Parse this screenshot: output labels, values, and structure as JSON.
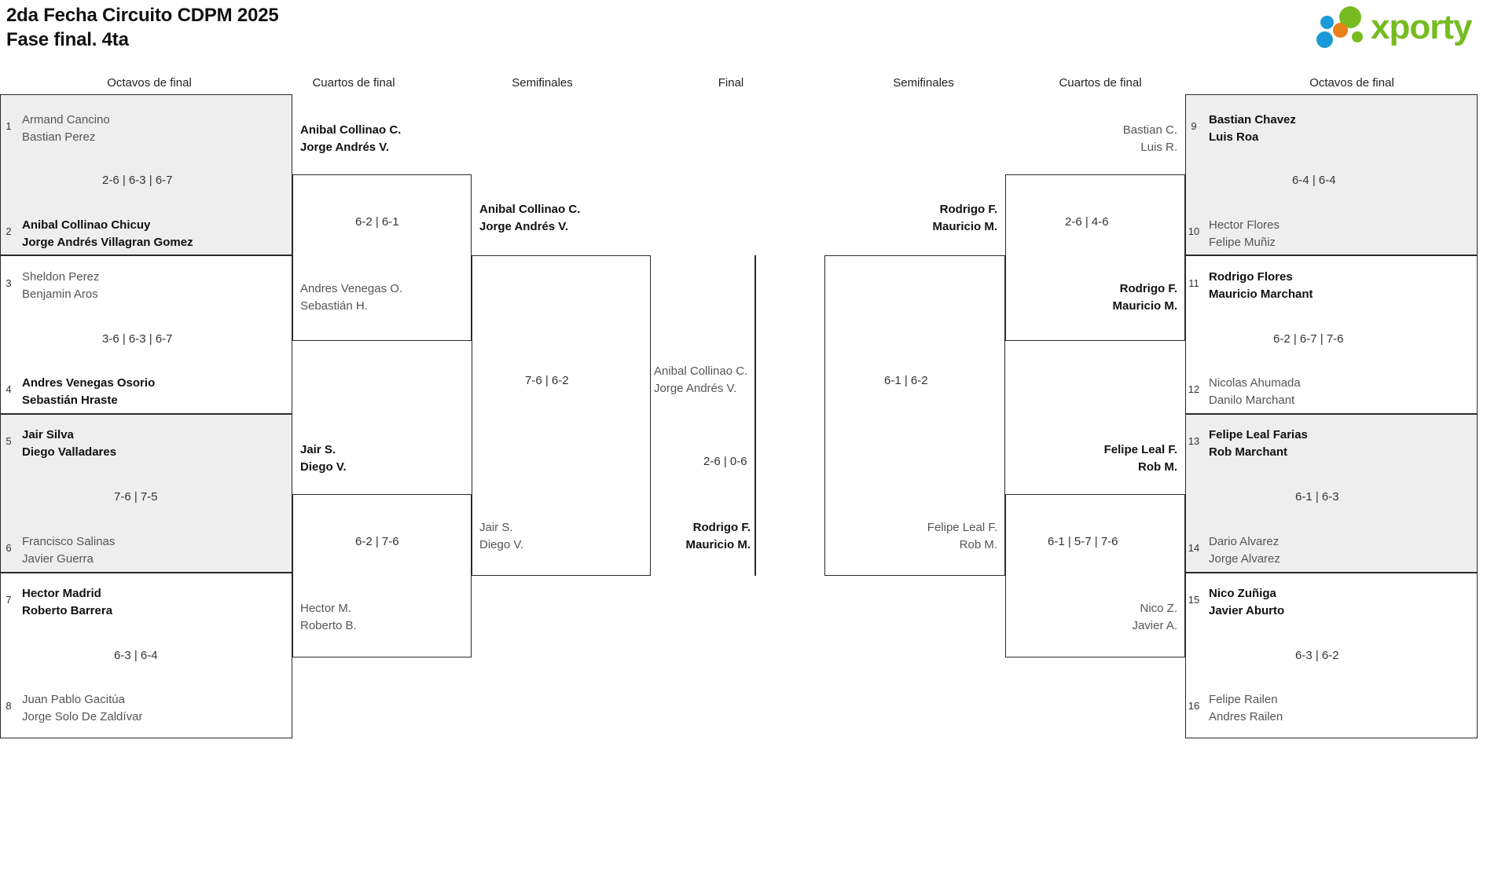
{
  "header": {
    "title_line1": "2da Fecha Circuito CDPM 2025",
    "title_line2": "Fase final. 4ta",
    "logo_text": "xporty",
    "logo_colors": {
      "green": "#76bc21",
      "orange": "#e8811a",
      "blue": "#1b9ad6"
    }
  },
  "rounds": {
    "left_r16": "Octavos de final",
    "left_qf": "Cuartos de final",
    "left_sf": "Semifinales",
    "final": "Final",
    "right_sf": "Semifinales",
    "right_qf": "Cuartos de final",
    "right_r16": "Octavos de final"
  },
  "left_r16": [
    {
      "shaded": true,
      "top": {
        "seed": "1",
        "l1": "Armand Cancino",
        "l2": "Bastian Perez",
        "winner": false
      },
      "bottom": {
        "seed": "2",
        "l1": "Anibal Collinao Chicuy",
        "l2": "Jorge Andrés Villagran Gomez",
        "winner": true
      },
      "score": "2-6 | 6-3 | 6-7"
    },
    {
      "shaded": false,
      "top": {
        "seed": "3",
        "l1": "Sheldon Perez",
        "l2": "Benjamin Aros",
        "winner": false
      },
      "bottom": {
        "seed": "4",
        "l1": "Andres Venegas Osorio",
        "l2": "Sebastián Hraste",
        "winner": true
      },
      "score": "3-6 | 6-3 | 6-7"
    },
    {
      "shaded": true,
      "top": {
        "seed": "5",
        "l1": "Jair Silva",
        "l2": "Diego Valladares",
        "winner": true
      },
      "bottom": {
        "seed": "6",
        "l1": "Francisco Salinas",
        "l2": "Javier Guerra",
        "winner": false
      },
      "score": "7-6 | 7-5"
    },
    {
      "shaded": false,
      "top": {
        "seed": "7",
        "l1": "Hector Madrid",
        "l2": "Roberto Barrera",
        "winner": true
      },
      "bottom": {
        "seed": "8",
        "l1": "Juan Pablo Gacitúa",
        "l2": "Jorge Solo De Zaldívar",
        "winner": false
      },
      "score": "6-3 | 6-4"
    }
  ],
  "left_qf": [
    {
      "top": {
        "l1": "Anibal Collinao C.",
        "l2": "Jorge Andrés V.",
        "winner": true
      },
      "bottom": {
        "l1": "Andres Venegas O.",
        "l2": "Sebastián H.",
        "winner": false
      },
      "score": "6-2 | 6-1"
    },
    {
      "top": {
        "l1": "Jair S.",
        "l2": "Diego V.",
        "winner": true
      },
      "bottom": {
        "l1": "Hector M.",
        "l2": "Roberto B.",
        "winner": false
      },
      "score": "6-2 | 7-6"
    }
  ],
  "left_sf": [
    {
      "top": {
        "l1": "Anibal Collinao C.",
        "l2": "Jorge Andrés V.",
        "winner": true
      },
      "bottom": {
        "l1": "Jair S.",
        "l2": "Diego V.",
        "winner": false
      },
      "score": "7-6 | 6-2"
    }
  ],
  "final": {
    "top": {
      "l1": "Anibal Collinao C.",
      "l2": "Jorge Andrés V.",
      "winner": false
    },
    "bottom": {
      "l1": "Rodrigo F.",
      "l2": "Mauricio M.",
      "winner": true
    },
    "score": "2-6 | 0-6"
  },
  "right_sf": [
    {
      "top": {
        "l1": "Rodrigo F.",
        "l2": "Mauricio M.",
        "winner": true
      },
      "bottom": {
        "l1": "Felipe Leal F.",
        "l2": "Rob M.",
        "winner": false
      },
      "score": "6-1 | 6-2"
    }
  ],
  "right_qf": [
    {
      "top": {
        "l1": "Bastian C.",
        "l2": "Luis R.",
        "winner": false
      },
      "bottom": {
        "l1": "Rodrigo F.",
        "l2": "Mauricio M.",
        "winner": true
      },
      "score": "2-6 | 4-6"
    },
    {
      "top": {
        "l1": "Felipe Leal F.",
        "l2": "Rob M.",
        "winner": true
      },
      "bottom": {
        "l1": "Nico Z.",
        "l2": "Javier A.",
        "winner": false
      },
      "score": "6-1 | 5-7 | 7-6"
    }
  ],
  "right_r16": [
    {
      "shaded": true,
      "top": {
        "seed": "9",
        "l1": "Bastian Chavez",
        "l2": "Luis Roa",
        "winner": true
      },
      "bottom": {
        "seed": "10",
        "l1": "Hector Flores",
        "l2": "Felipe Muñiz",
        "winner": false
      },
      "score": "6-4 | 6-4"
    },
    {
      "shaded": false,
      "top": {
        "seed": "11",
        "l1": "Rodrigo Flores",
        "l2": "Mauricio Marchant",
        "winner": true
      },
      "bottom": {
        "seed": "12",
        "l1": "Nicolas Ahumada",
        "l2": "Danilo Marchant",
        "winner": false
      },
      "score": "6-2 | 6-7 | 7-6"
    },
    {
      "shaded": true,
      "top": {
        "seed": "13",
        "l1": "Felipe Leal Farias",
        "l2": "Rob Marchant",
        "winner": true
      },
      "bottom": {
        "seed": "14",
        "l1": "Dario Alvarez",
        "l2": "Jorge Alvarez",
        "winner": false
      },
      "score": "6-1 | 6-3"
    },
    {
      "shaded": false,
      "top": {
        "seed": "15",
        "l1": "Nico Zuñiga",
        "l2": "Javier Aburto",
        "winner": true
      },
      "bottom": {
        "seed": "16",
        "l1": "Felipe Railen",
        "l2": "Andres Railen",
        "winner": false
      },
      "score": "6-3 | 6-2"
    }
  ]
}
